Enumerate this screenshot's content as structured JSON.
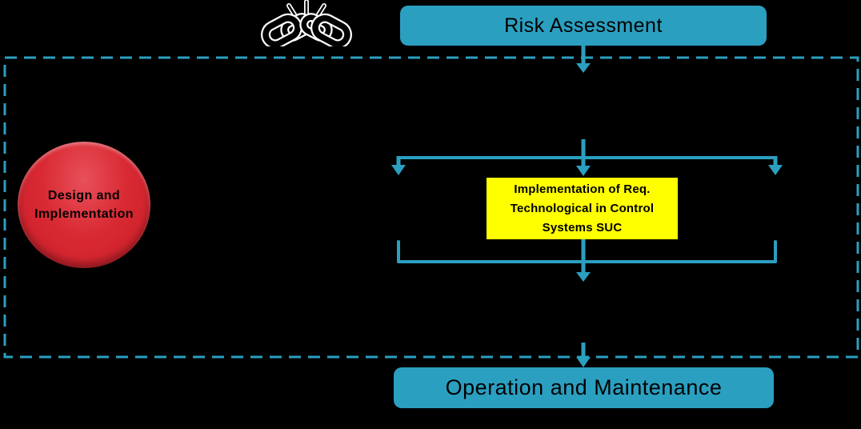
{
  "diagram": {
    "nodes": {
      "risk": {
        "label": "Risk Assessment"
      },
      "design_circle": {
        "line1": "Design and",
        "line2": "Implementation"
      },
      "impl_box": {
        "line1": "Implementation of Req.",
        "line2": "Technological in Control",
        "line3": "Systems SUC"
      },
      "operation": {
        "label": "Operation and Maintenance"
      }
    },
    "icons": {
      "broken_link": "broken-link-icon"
    }
  },
  "colors": {
    "teal": "#2b9fc0",
    "yellow": "#ffff00",
    "red": "#d8232e",
    "background": "#000000",
    "node_text": "#000000"
  }
}
